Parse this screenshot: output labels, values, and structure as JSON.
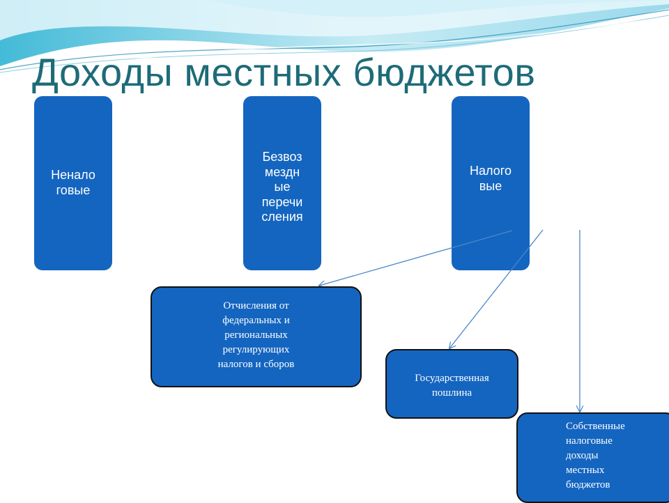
{
  "title": "Доходы местных бюджетов",
  "categories": [
    {
      "id": "nontax",
      "lines": [
        "Ненало",
        "говые"
      ]
    },
    {
      "id": "grants",
      "lines": [
        "Безвоз",
        "мездн",
        "ые",
        "перечи",
        "сления"
      ]
    },
    {
      "id": "tax",
      "lines": [
        "Налого",
        "вые"
      ]
    }
  ],
  "tax_components": [
    {
      "id": "shares",
      "lines": [
        "Отчисления от",
        "федеральных и",
        "региональных",
        "регулирующих",
        "налогов и сборов"
      ]
    },
    {
      "id": "duty",
      "lines": [
        "Государственная",
        "пошлина"
      ]
    },
    {
      "id": "own",
      "lines": [
        "Собственные",
        "налоговые",
        "доходы",
        "местных",
        "бюджетов"
      ]
    }
  ],
  "colors": {
    "title": "#1e6b78",
    "box_fill": "#1465c0",
    "arrow": "#4a86c8"
  }
}
